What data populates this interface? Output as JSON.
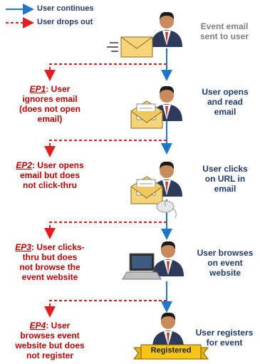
{
  "legend": {
    "continues": "User continues",
    "drops": "User drops out"
  },
  "colors": {
    "continue": "#1f77c8",
    "drop": "#e02020",
    "label": "#1f3b6e",
    "ep": "#c00000"
  },
  "steps": [
    {
      "label_lines": [
        "Event email",
        "sent to user"
      ]
    },
    {
      "label_lines": [
        "User opens",
        "and read",
        "email"
      ]
    },
    {
      "label_lines": [
        "User clicks",
        "on URL in",
        "email"
      ]
    },
    {
      "label_lines": [
        "User browses",
        "on event",
        "website"
      ]
    },
    {
      "label_lines": [
        "User registers",
        "for event"
      ]
    }
  ],
  "dropouts": [
    {
      "code": "EP1",
      "lines": [
        "EP1: User",
        "ignores email",
        "(does not open",
        "email)"
      ]
    },
    {
      "code": "EP2",
      "lines": [
        "EP2: User opens",
        "email but does",
        "not click-thru"
      ]
    },
    {
      "code": "EP3",
      "lines": [
        "EP3: User clicks-",
        "thru but does",
        "not browse the",
        "event website"
      ]
    },
    {
      "code": "EP4",
      "lines": [
        "EP4: User",
        "browses event",
        "website but does",
        "not register"
      ]
    }
  ],
  "badge": "Registered"
}
